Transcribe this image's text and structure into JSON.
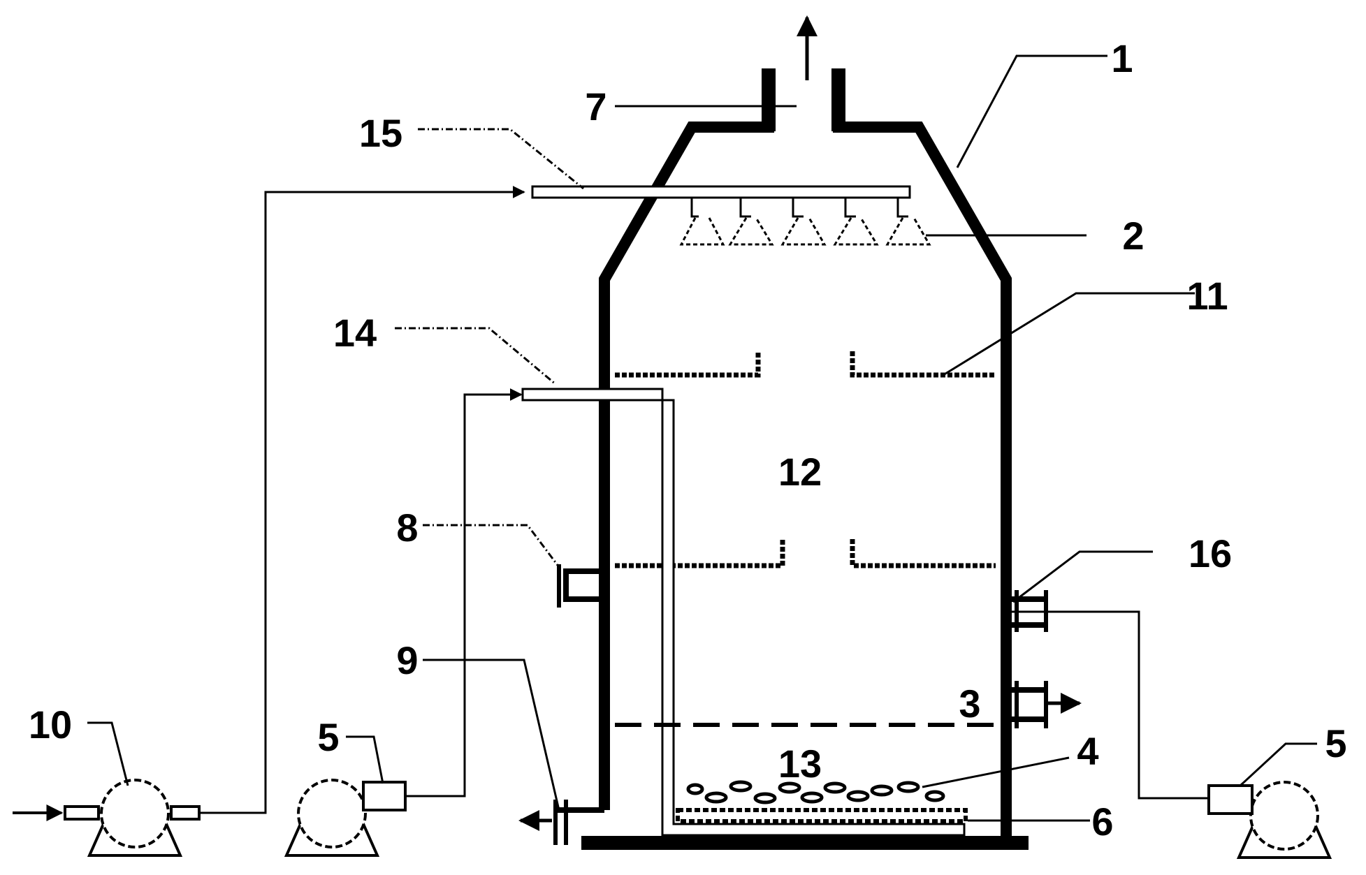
{
  "diagram": {
    "labels": {
      "l1": "1",
      "l2": "2",
      "l3": "3",
      "l4": "4",
      "l5a": "5",
      "l5b": "5",
      "l6": "6",
      "l7": "7",
      "l8": "8",
      "l9": "9",
      "l10": "10",
      "l11": "11",
      "l12": "12",
      "l13": "13",
      "l14": "14",
      "l15": "15",
      "l16": "16"
    }
  }
}
